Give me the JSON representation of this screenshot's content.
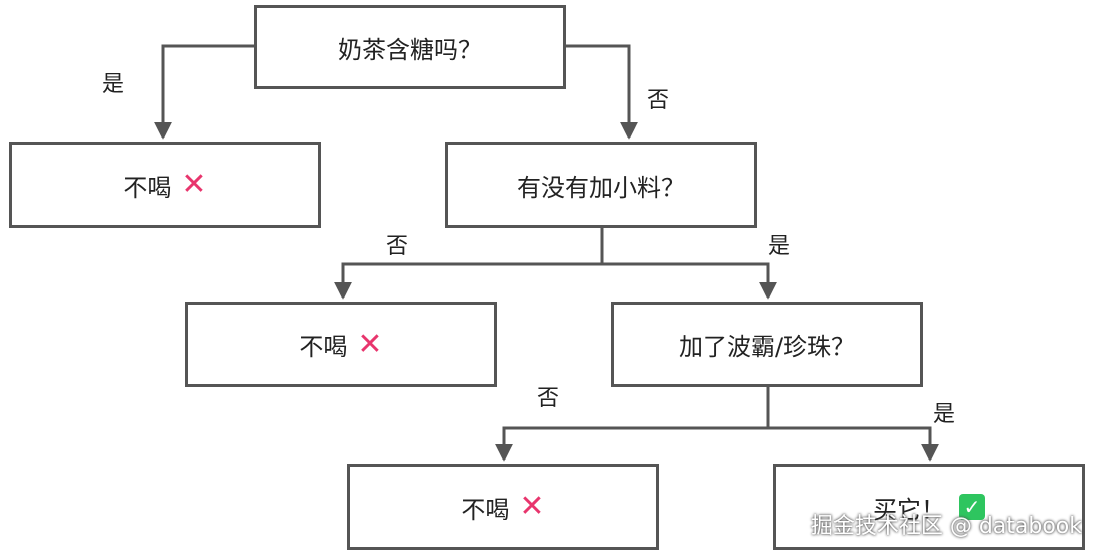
{
  "nodes": {
    "q1": "奶茶含糖吗？",
    "no1": "不喝",
    "q2": "有没有加小料？",
    "no2": "不喝",
    "q3": "加了波霸/珍珠？",
    "no3": "不喝",
    "buy": "买它！"
  },
  "edges": {
    "q1_yes": "是",
    "q1_no": "否",
    "q2_no": "否",
    "q2_yes": "是",
    "q3_no": "否",
    "q3_yes": "是"
  },
  "icons": {
    "reject": "cross-mark-icon",
    "accept": "check-mark-icon"
  },
  "colors": {
    "line": "#555555",
    "cross": "#e8356d",
    "check": "#2ec55f"
  },
  "watermark": "掘金技术社区 @ databook"
}
